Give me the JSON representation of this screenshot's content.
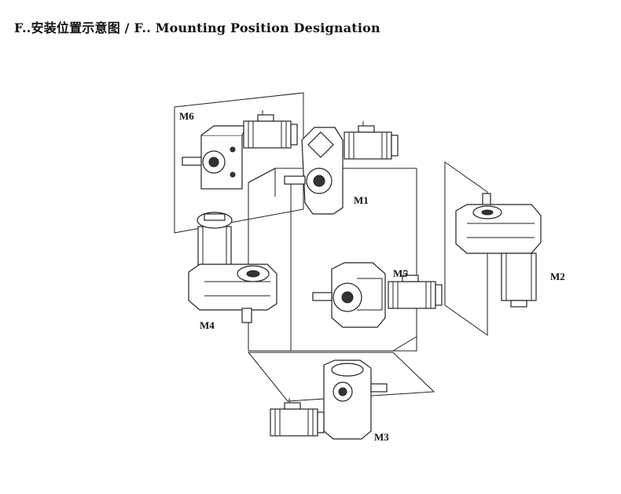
{
  "title": "F..安装位置示意图 / F.. Mounting Position Designation",
  "positions": {
    "m1": "M1",
    "m2": "M2",
    "m3": "M3",
    "m4": "M4",
    "m5": "M5",
    "m6": "M6"
  }
}
